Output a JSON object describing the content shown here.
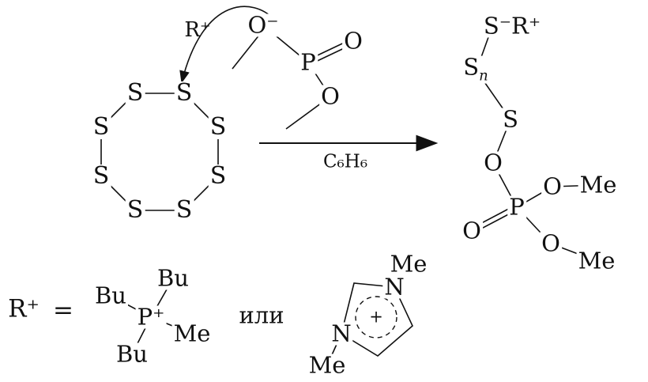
{
  "scheme": {
    "reagent": {
      "cation": "R⁺",
      "phosphate": {
        "o_minus": "O⁻",
        "p": "P",
        "o_double": "O",
        "o_ester": "O"
      }
    },
    "sulfur_ring": {
      "atoms": [
        "S",
        "S",
        "S",
        "S",
        "S",
        "S",
        "S",
        "S"
      ]
    },
    "reaction": {
      "solvent": "C₆H₆"
    },
    "product": {
      "s_anion_pair": "S⁻R⁺",
      "s_chain_base": "S",
      "s_chain_sub": "n",
      "s_mid": "S",
      "o_bridge": "O",
      "p": "P",
      "o_double": "O",
      "o_upper": "O",
      "me_upper": "Me",
      "o_lower": "O",
      "me_lower": "Me"
    },
    "cation_definition": {
      "lhs": "R⁺",
      "equals": "=",
      "phosphonium": {
        "bu_top": "Bu",
        "bu_left": "Bu",
        "center": "P⁺",
        "me": "Me",
        "bu_bottom": "Bu"
      },
      "or_word": "или",
      "imidazolium": {
        "me_top": "Me",
        "n_top": "N",
        "n_bottom": "N",
        "me_bottom": "Me",
        "charge": "+"
      }
    }
  }
}
